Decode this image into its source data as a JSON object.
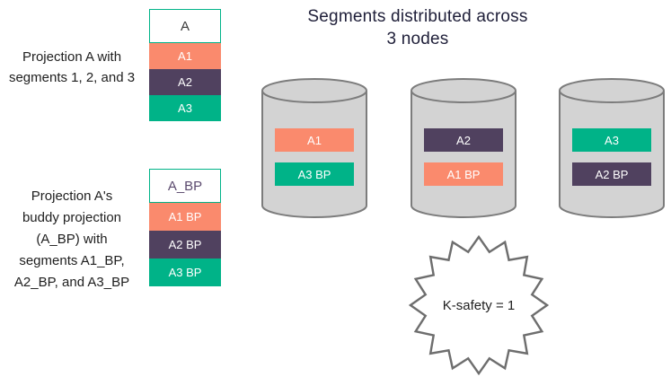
{
  "colors": {
    "salmon": "#FA8A6D",
    "purple": "#50415F",
    "green": "#00B388",
    "header-border": "#00B388",
    "header-a-text": "#3A3A3A",
    "header-abp-text": "#5B4A6E",
    "cylinder-fill": "#D3D3D3",
    "cylinder-stroke": "#7C7C7C",
    "title-text": "#20203A",
    "annotation-text": "#202020",
    "star-stroke": "#6E6E6E"
  },
  "title": {
    "line1": "Segments distributed across",
    "line2": "3 nodes"
  },
  "annotation_a": {
    "lines": [
      "Projection A with",
      "segments 1, 2, and 3"
    ]
  },
  "annotation_bp": {
    "lines": [
      "Projection A's",
      "buddy projection",
      "(A_BP) with",
      "segments A1_BP,",
      "A2_BP, and A3_BP"
    ]
  },
  "stack_a": {
    "header": "A",
    "segments": [
      {
        "label": "A1",
        "color": "salmon"
      },
      {
        "label": "A2",
        "color": "purple"
      },
      {
        "label": "A3",
        "color": "green"
      }
    ]
  },
  "stack_bp": {
    "header": "A_BP",
    "segments": [
      {
        "label": "A1 BP",
        "color": "salmon"
      },
      {
        "label": "A2 BP",
        "color": "purple"
      },
      {
        "label": "A3 BP",
        "color": "green"
      }
    ]
  },
  "nodes": [
    {
      "segments": [
        {
          "label": "A1",
          "color": "salmon"
        },
        {
          "label": "A3 BP",
          "color": "green"
        }
      ]
    },
    {
      "segments": [
        {
          "label": "A2",
          "color": "purple"
        },
        {
          "label": "A1 BP",
          "color": "salmon"
        }
      ]
    },
    {
      "segments": [
        {
          "label": "A3",
          "color": "green"
        },
        {
          "label": "A2 BP",
          "color": "purple"
        }
      ]
    }
  ],
  "ksafety_label": "K-safety = 1"
}
